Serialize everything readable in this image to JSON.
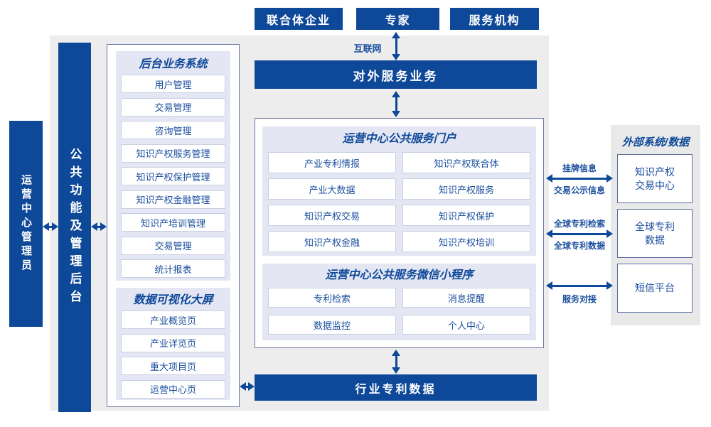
{
  "top_actors": [
    "联合体企业",
    "专家",
    "服务机构"
  ],
  "labels": {
    "internet": "互联网",
    "external_service": "对外服务业务",
    "industry_patent_data": "行业专利数据",
    "operations_admin": "运营中心管理员",
    "backend_functions": "公共功能及管理后台"
  },
  "backend_system_panel": {
    "title": "后台业务系统",
    "items": [
      "用户管理",
      "交易管理",
      "咨询管理",
      "知识产权服务管理",
      "知识产权保护管理",
      "知识产权金融管理",
      "知识产培训管理",
      "交易管理",
      "统计报表"
    ]
  },
  "dataviz_panel": {
    "title": "数据可视化大屏",
    "items": [
      "产业概览页",
      "产业详览页",
      "重大项目页",
      "运营中心页"
    ]
  },
  "portal_panel": {
    "title": "运营中心公共服务门户",
    "items": [
      "产业专利情报",
      "知识产权联合体",
      "产业大数据",
      "知识产权服务",
      "知识产权交易",
      "知识产权保护",
      "知识产权金融",
      "知识产权培训"
    ]
  },
  "miniapp_panel": {
    "title": "运营中心公共服务微信小程序",
    "items": [
      "专利检索",
      "消息提醒",
      "数据监控",
      "个人中心"
    ]
  },
  "external_panel": {
    "title": "外部系统/数据",
    "boxes": [
      {
        "line1": "知识产权",
        "line2": "交易中心"
      },
      {
        "line1": "全球专利",
        "line2": "数据"
      },
      {
        "line1": "短信平台",
        "line2": ""
      }
    ]
  },
  "link_labels": {
    "listing_info": "挂牌信息",
    "trade_publicity": "交易公示信息",
    "global_patent_search": "全球专利检索",
    "global_patent_data": "全球专利数据",
    "service_connection": "服务对接"
  },
  "colors": {
    "primary_blue": "#0e4899",
    "text_blue": "#1b4f9e",
    "panel_lavender": "#e4e7f3",
    "background_gray": "#ededed",
    "panel_border": "#6d76a8"
  }
}
